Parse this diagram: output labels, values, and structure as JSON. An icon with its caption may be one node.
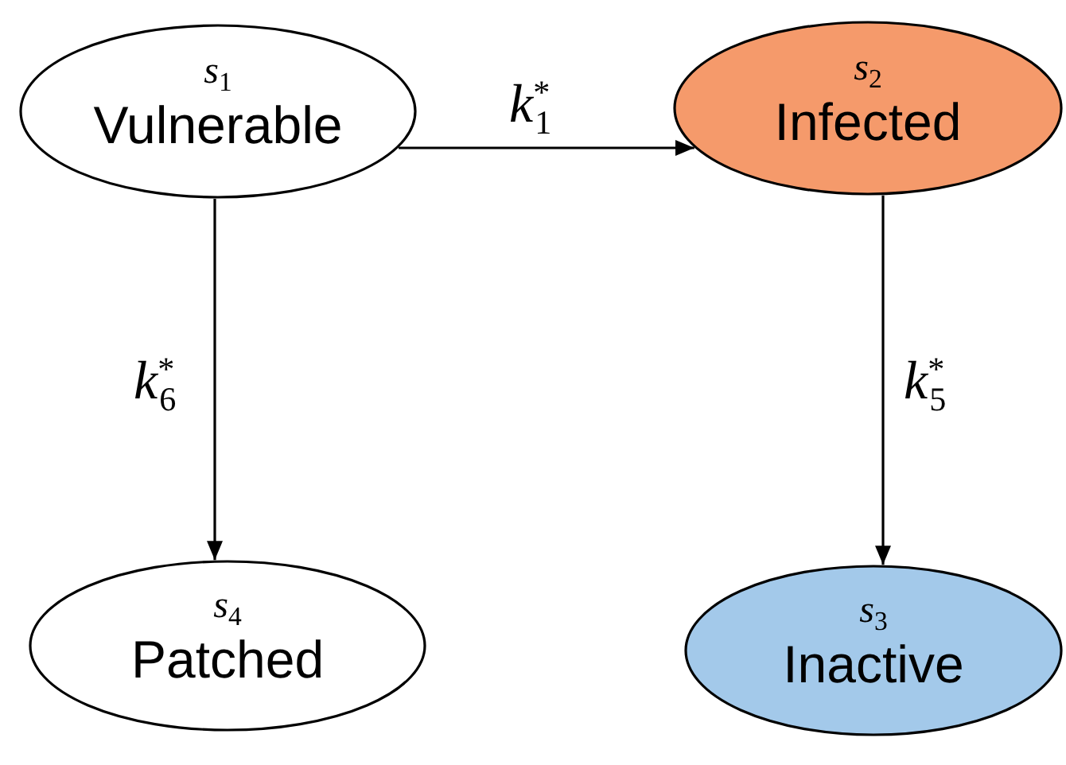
{
  "diagram": {
    "nodes": [
      {
        "text": [
          "*s*$_{1}$",
          "Vulnerable"
        ]
      },
      {
        "text": [
          "*s*$_{2}$",
          "Infected"
        ]
      },
      {
        "text": [
          "*s*$_{4}$",
          "Patched"
        ]
      },
      {
        "text": [
          "*s*$_{3}$",
          "Inactive"
        ]
      }
    ],
    "edges": [
      {
        "from": 0,
        "to": 1,
        "arrow": "to",
        "label": "*k*$^{*}$$_{1}$"
      },
      {
        "from": 0,
        "to": 2,
        "arrow": "to",
        "label": "*k*$^{*}$$_{6}$"
      },
      {
        "from": 1,
        "to": 3,
        "arrow": "to",
        "label": "*k*$^{*}$$_{5}$"
      }
    ]
  }
}
